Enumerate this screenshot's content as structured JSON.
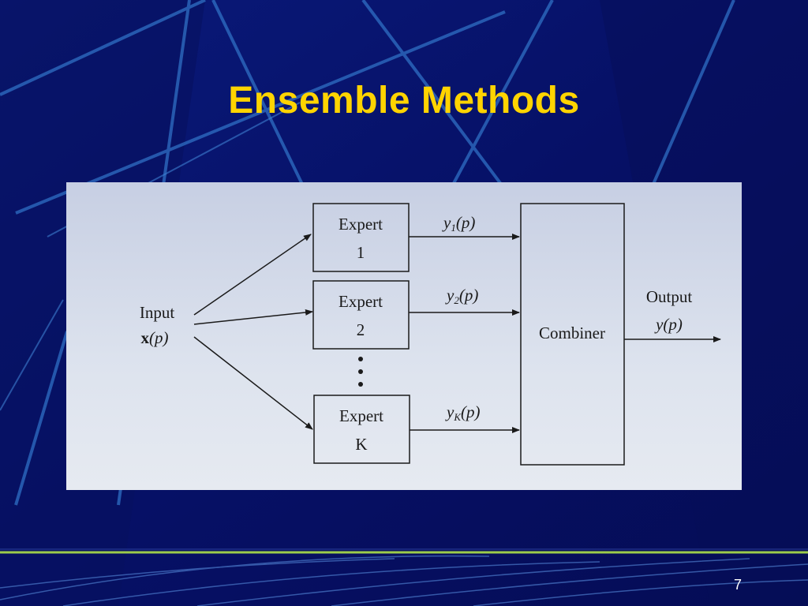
{
  "slide": {
    "title": "Ensemble Methods",
    "page_number": "7"
  },
  "diagram": {
    "input_label": "Input",
    "input_var_bold": "x",
    "input_var_rest": "(p)",
    "experts": [
      {
        "line1": "Expert",
        "line2": "1",
        "output_var": "y",
        "output_sub": "1",
        "output_arg": "(p)"
      },
      {
        "line1": "Expert",
        "line2": "2",
        "output_var": "y",
        "output_sub": "2",
        "output_arg": "(p)"
      },
      {
        "line1": "Expert",
        "line2": "K",
        "output_var": "y",
        "output_sub": "K",
        "output_arg": "(p)"
      }
    ],
    "combiner_label": "Combiner",
    "output_label": "Output",
    "output_var": "y(p)"
  },
  "colors": {
    "background": "#07106a",
    "title": "#ffd400",
    "accent_line": "#9ccc4a"
  }
}
